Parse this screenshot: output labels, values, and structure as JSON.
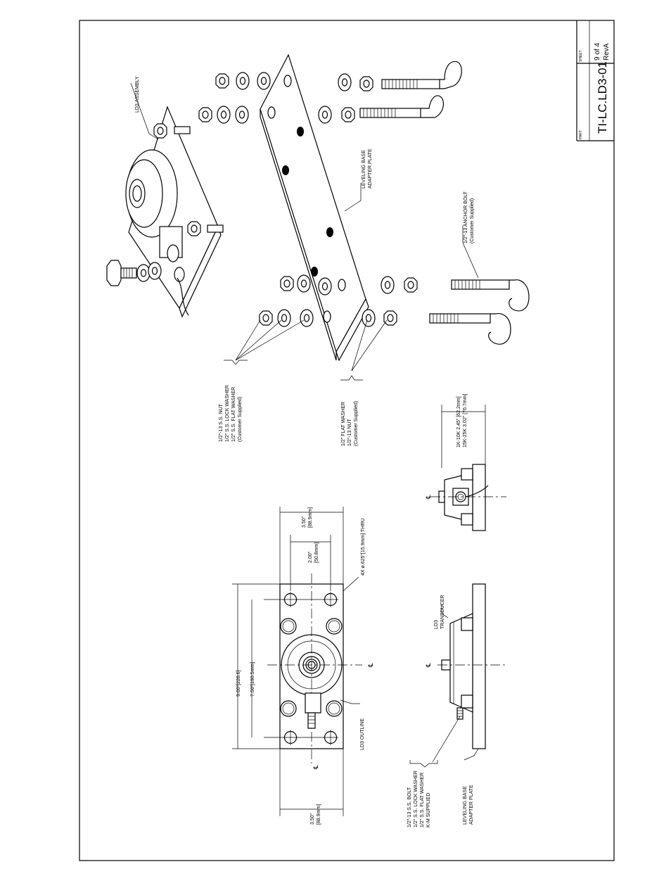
{
  "title_block": {
    "part_label": "PART",
    "part_number": "TI-LC.LD3-01",
    "sheet_label": "SHEET",
    "sheet_value": "9 of 4",
    "revision": "RevA"
  },
  "exploded_view": {
    "ld3_assembly": "LD3 ASSEMBLY",
    "leveling_plate": [
      "LEVELING BASE",
      "ADAPTER PLATE"
    ],
    "anchor_bolt": [
      "1/2\"-13 ANCHOR BOLT",
      "(Customer Supplied)"
    ],
    "nut_washer_set": [
      "1/2\"-13 S.S. NUT",
      "1/2\" S.S. LOCK WASHER",
      "1/2\" S.S. FLAT WASHER",
      "(Customer Supplied)"
    ],
    "flat_washer_set": [
      "1/2\" FLAT WASHER",
      "1/2\"-13 NUT",
      "(Customer Supplied)"
    ]
  },
  "plan_view": {
    "overall_length": "9.00\"[228.6]",
    "hole_spacing_length": "7.50\"[190.5mm]",
    "width_left": [
      "3.50\"",
      "[88.9mm]"
    ],
    "width_right": [
      "3.50\"",
      "[88.9mm]"
    ],
    "hole_spacing_width": [
      "2.00\"",
      "[50.8mm]"
    ],
    "holes_note": "4X ø.625\"[15.9mm] THRU",
    "outline_label": "LD3 OUTLINE"
  },
  "side_view": {
    "transducer_label": [
      "LD3",
      "TRANSDUCER"
    ],
    "bolt_set": [
      "1/2\"-13 S.S. BOLT",
      "1/2\" S.S. LOCK WASHER",
      "1/2\" S.S. FLAT WASHER",
      "K-M SUPPLIED"
    ],
    "plate_label": [
      "LEVELING BASE",
      "ADAPTER PLATE"
    ]
  },
  "end_view": {
    "height_rows": [
      "1K-10K  2.45\" [62.2mm]",
      "15K-25K  3.02\" [76.7mm]"
    ]
  }
}
